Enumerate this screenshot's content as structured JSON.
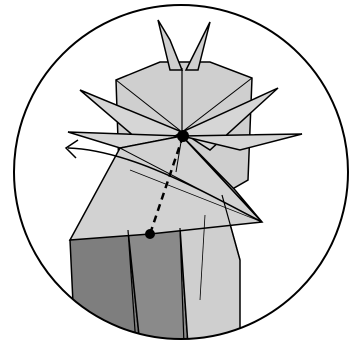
{
  "diagram": {
    "colors": {
      "background": "#ffffff",
      "paper_light": "#cfcfcf",
      "paper_mid": "#bdbdbd",
      "paper_dark": "#7e7e7e",
      "paper_darker": "#6a6a6a",
      "line": "#000000"
    },
    "symbols": {
      "fold_arrow": "curved-fold-arrow",
      "valley_fold": "dashed-valley-fold-line",
      "reference_points": "black-dot-markers"
    }
  }
}
